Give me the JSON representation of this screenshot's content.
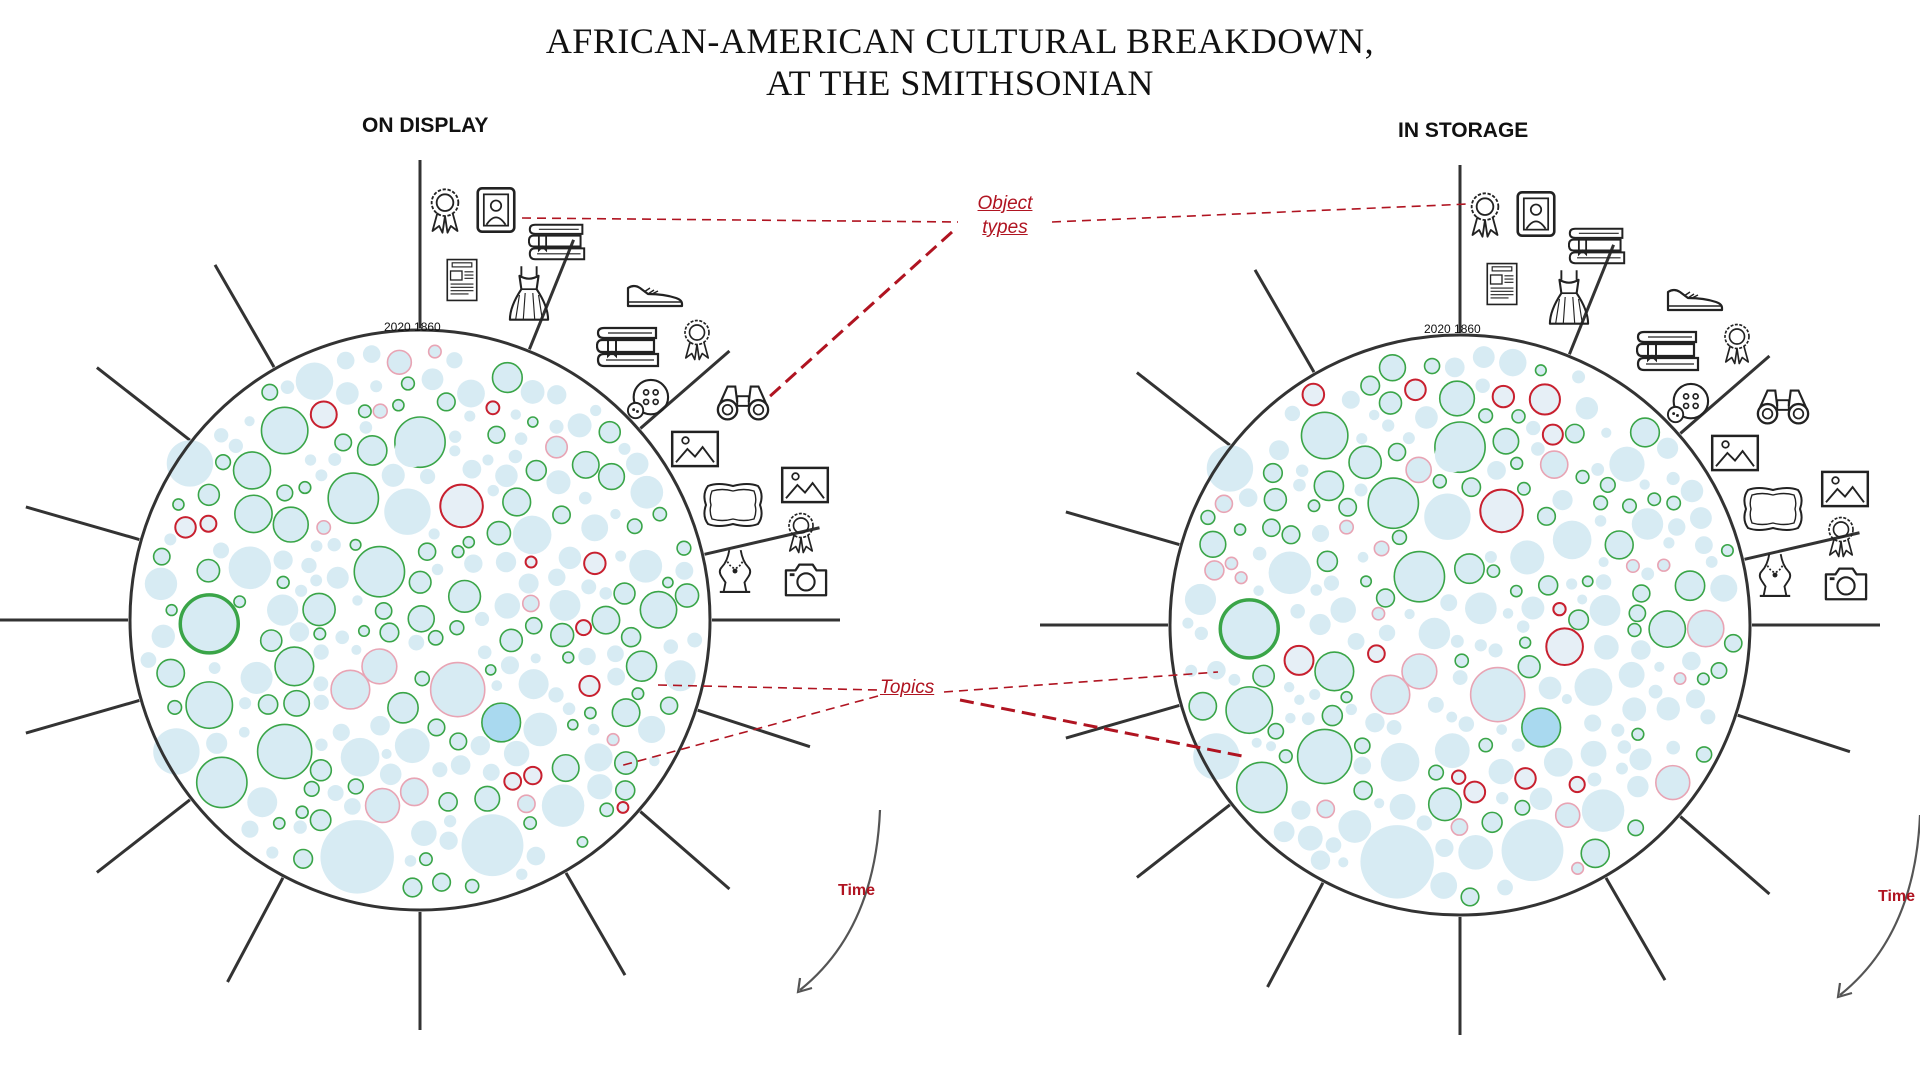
{
  "title": {
    "line1": "AFRICAN-AMERICAN CULTURAL BREAKDOWN,",
    "line2": "AT THE SMITHSONIAN"
  },
  "panels": {
    "display": {
      "label": "ON DISPLAY",
      "years": "2020 1860",
      "time_label": "Time"
    },
    "storage": {
      "label": "IN STORAGE",
      "years": "2020 1860",
      "time_label": "Time"
    }
  },
  "annotations": {
    "object_types": {
      "line1": "Object",
      "line2": "types"
    },
    "topics": "Topics"
  },
  "object_type_icons": {
    "sector_1": [
      "award-ribbon-icon",
      "portrait-frame-icon",
      "books-icon",
      "newspaper-icon",
      "dress-icon"
    ],
    "sector_2": [
      "shoe-icon",
      "books-icon",
      "award-ribbon-icon",
      "buttons-icon",
      "binoculars-icon",
      "picture-icon"
    ],
    "sector_3": [
      "picture-icon",
      "label-frame-icon",
      "award-ribbon-icon",
      "necklace-bust-icon",
      "camera-icon"
    ]
  },
  "colors": {
    "topic_fill": "#d7ebf3",
    "topic_fill_highlight": "#a9d9ef",
    "outline_green": "#3aa548",
    "outline_red": "#c8202f",
    "outline_pink": "#e8a4b4",
    "annotation_red": "#b01421",
    "frame": "#333333"
  }
}
